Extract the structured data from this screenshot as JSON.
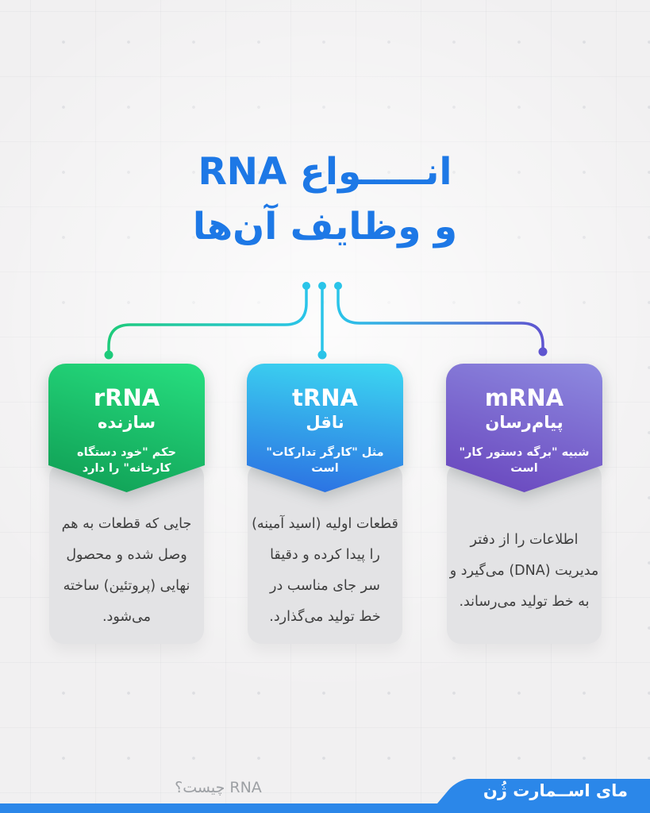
{
  "title": {
    "line1": "انـــــواع RNA",
    "line2": "و وظایف آن‌ها"
  },
  "cards": [
    {
      "id": "rRNA",
      "title": "rRNA",
      "subtitle": "سازنده",
      "tagline": "حکم \"خود دستگاه کارخانه\" را دارد",
      "description": [
        "جایی که قطعات به هم",
        "وصل شده و محصول",
        "نهایی (پروتئین) ساخته",
        "می‌شود."
      ],
      "gradient_from": "#27df80",
      "gradient_to": "#0f9c53"
    },
    {
      "id": "tRNA",
      "title": "tRNA",
      "subtitle": "ناقل",
      "tagline": "مثل \"کارگر تدارکات\" است",
      "description": [
        "قطعات اولیه (اسید آمینه)",
        "را پیدا کرده و دقیقا",
        "سر جای مناسب در",
        "خط تولید می‌گذارد."
      ],
      "gradient_from": "#3cd8f1",
      "gradient_to": "#2b6de2"
    },
    {
      "id": "mRNA",
      "title": "mRNA",
      "subtitle": "پیام‌رسان",
      "tagline": "شبیه \"برگه دستور کار\" است",
      "description": [
        "اطلاعات را از دفتر",
        "مدیریت (DNA) می‌گیرد و",
        "به خط تولید می‌رساند."
      ],
      "gradient_from": "#8e8ae0",
      "gradient_to": "#6743bc"
    }
  ],
  "footer": {
    "question": "RNA چیست؟",
    "brand": "مای اســمارت ژُن"
  },
  "colors": {
    "title_blue": "#1d78e6",
    "connector_cyan": "#2ac4e9",
    "connector_green": "#1ecb7b",
    "connector_purple": "#5f55d0",
    "card_text": "#ffffff",
    "description_box": "#e3e3e5",
    "description_text": "#3e3e3e",
    "footer_blue": "#2b87e9",
    "footer_question_gray": "#9da0a4",
    "background": "#f1f0f1"
  }
}
